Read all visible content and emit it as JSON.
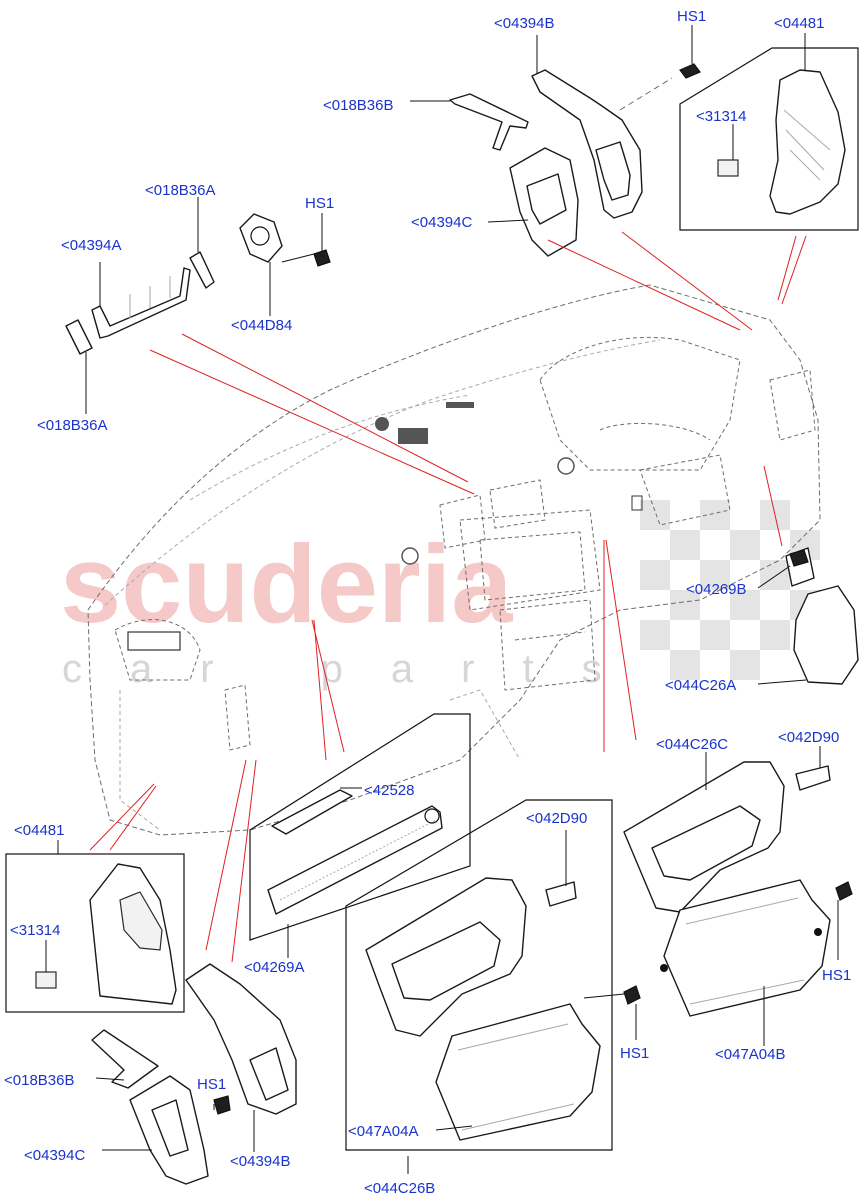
{
  "watermark": {
    "main": "scuderia",
    "sub": "car parts"
  },
  "callouts": {
    "c_04394B_top": "<04394B",
    "c_HS1_top": "HS1",
    "c_04481_top": "<04481",
    "c_018B36B_top": "<018B36B",
    "c_31314_top": "<31314",
    "c_04394C_top": "<04394C",
    "c_018B36A_top": "<018B36A",
    "c_HS1_mid": "HS1",
    "c_04394A": "<04394A",
    "c_044D84": "<044D84",
    "c_018B36A_left": "<018B36A",
    "c_04269B": "<04269B",
    "c_044C26A": "<044C26A",
    "c_044C26C": "<044C26C",
    "c_042D90_right": "<042D90",
    "c_04481_left": "<04481",
    "c_42528": "<42528",
    "c_042D90_mid": "<042D90",
    "c_31314_left": "<31314",
    "c_04269A": "<04269A",
    "c_HS1_right": "HS1",
    "c_HS1_center": "HS1",
    "c_047A04B": "<047A04B",
    "c_018B36B_left": "<018B36B",
    "c_HS1_bottom": "HS1",
    "c_04394C_bottom": "<04394C",
    "c_04394B_bottom": "<04394B",
    "c_047A04A": "<047A04A",
    "c_044C26B": "<044C26B"
  },
  "colors": {
    "callout": "#1a33cc",
    "leader_red": "#e02020",
    "watermark_red": "#f6c9c9",
    "watermark_grey": "#d6d6d6"
  }
}
